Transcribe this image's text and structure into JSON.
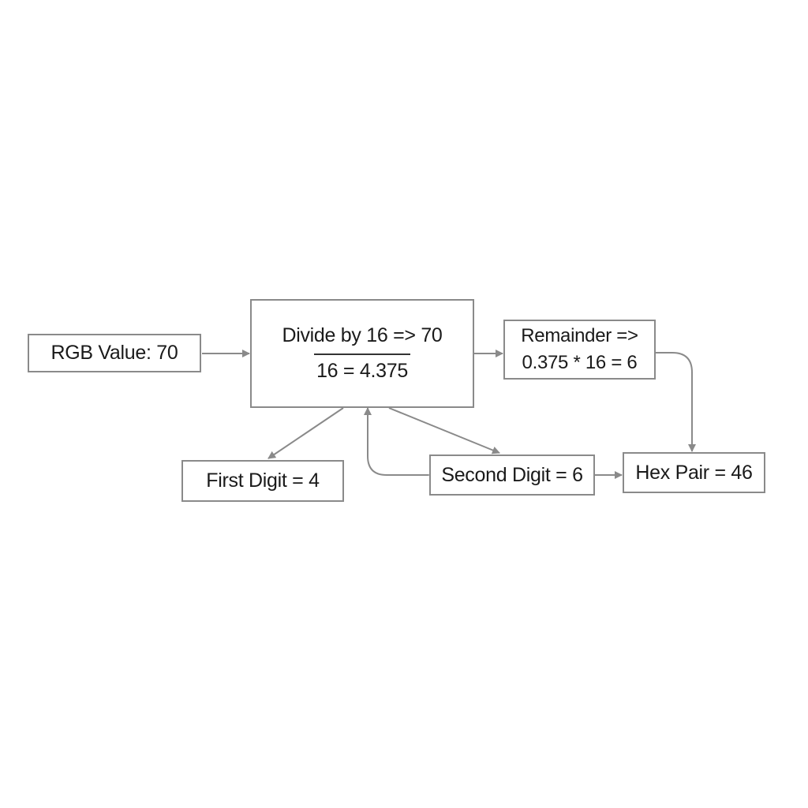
{
  "nodes": {
    "rgb_value": "RGB Value: 70",
    "divide_line1": "Divide by 16 => 70",
    "divide_line2": "16 = 4.375",
    "remainder_line1": "Remainder =>",
    "remainder_line2": "0.375 * 16 = 6",
    "first_digit": "First Digit = 4",
    "second_digit": "Second Digit = 6",
    "hex_pair": "Hex Pair = 46"
  },
  "colors": {
    "border": "#8a8a8a",
    "arrow": "#8a8a8a",
    "text": "#1a1a1a",
    "background": "#ffffff"
  }
}
